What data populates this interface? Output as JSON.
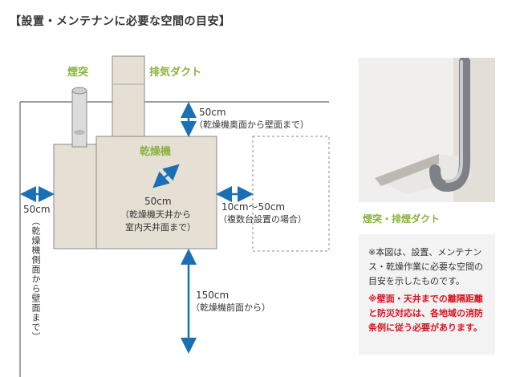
{
  "title": "【設置・メンテナンに必要な空間の目安】",
  "labels": {
    "chimney": "煙突",
    "exhaust_duct": "排気ダクト",
    "dryer": "乾燥機",
    "photo_caption": "煙突・排煙ダクト"
  },
  "dimensions": {
    "back": {
      "value": "50cm",
      "note": "（乾燥機奥面から壁面まで）"
    },
    "top": {
      "value": "50cm",
      "note1": "（乾燥機天井から",
      "note2": "室内天井面まで）"
    },
    "side_right": {
      "value": "10cm～50cm",
      "note": "（複数台設置の場合）"
    },
    "side_left": {
      "value": "50cm",
      "note": "（乾燥機側面から壁面まで）"
    },
    "front": {
      "value": "150cm",
      "note": "（乾燥機前面から）"
    }
  },
  "note": {
    "text": "※本図は、設置、メンテナンス・乾燥作業に必要な空間の目安を示したものです。",
    "warning": "※壁面・天井までの離隔距離と防災対応は、各地域の消防条例に従う必要があります。"
  },
  "colors": {
    "accent_green": "#8ab33f",
    "arrow_blue": "#1a6fb5",
    "machine_fill": "#e6e0d4",
    "warning_red": "#d8121f"
  }
}
